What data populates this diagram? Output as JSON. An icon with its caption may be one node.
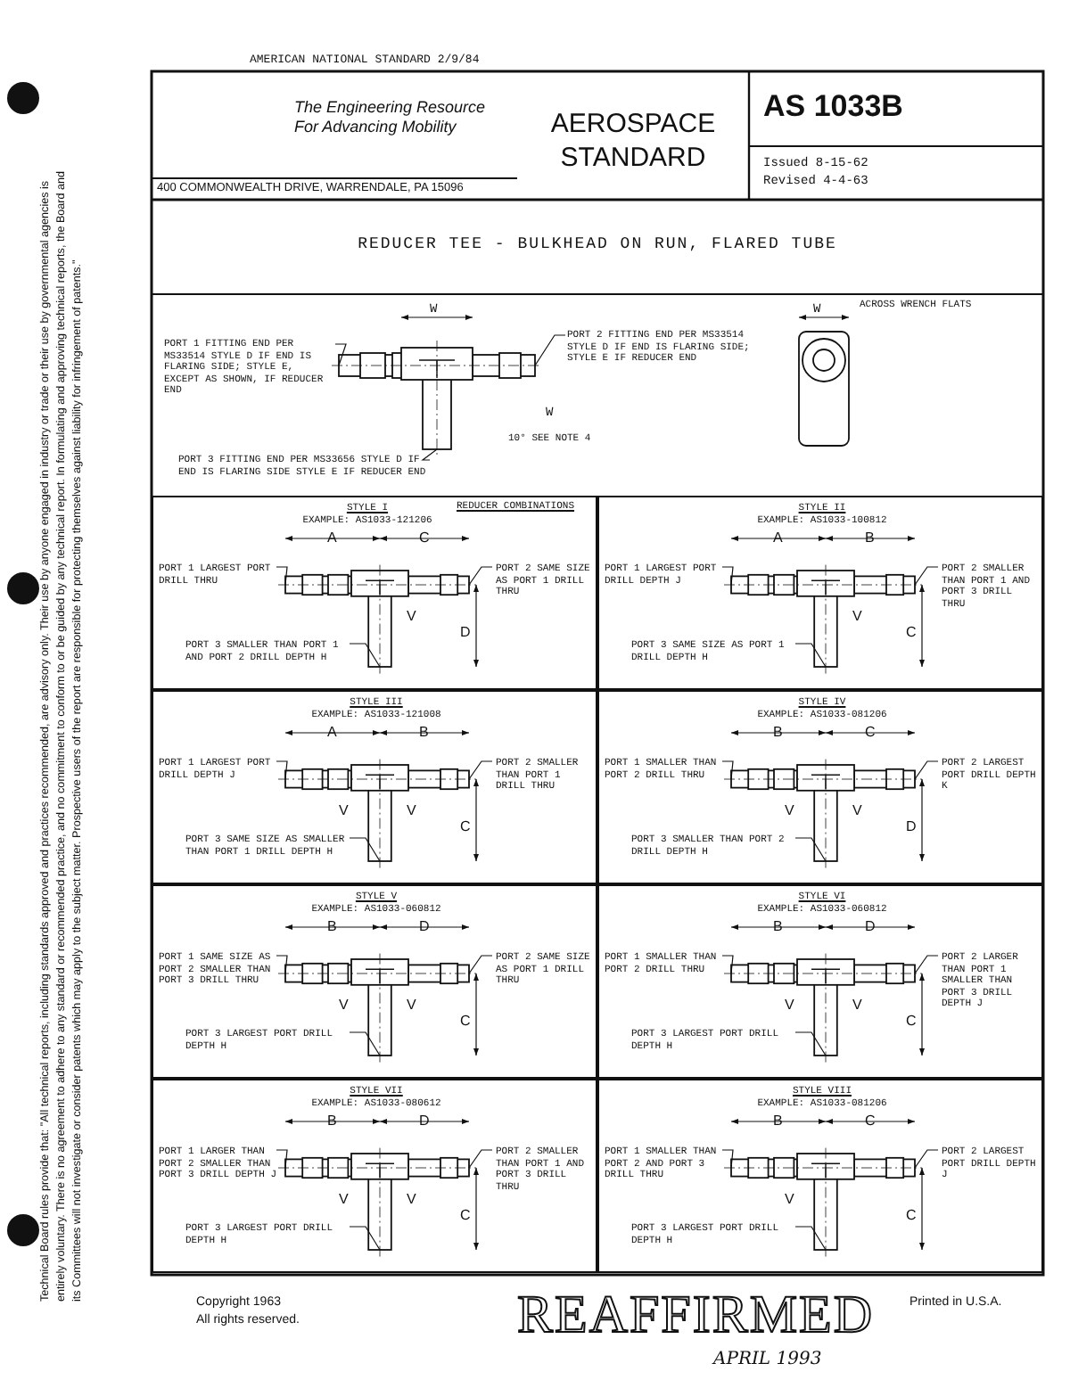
{
  "diagram": {
    "title": "REDUCER TEE - BULKHEAD ON RUN, FLARED TUBE",
    "nodes": [
      {
        "text": [
          "PORT 1 FITTING END PER MS33514 STYLE D IF END IS FLARING SIDE; STYLE E, EXCEPT AS SHOWN, IF REDUCER END"
        ]
      },
      {
        "text": [
          "PORT 2 FITTING END PER MS33514 STYLE D IF END IS FLARING SIDE; STYLE E IF REDUCER END"
        ]
      },
      {
        "text": [
          "PORT 3 FITTING END PER MS33656 STYLE D IF END IS FLARING SIDE STYLE E IF REDUCER END"
        ]
      },
      {
        "text": [],
        "shape": "picture"
      },
      {
        "text": [
          "STYLE I",
          "EXAMPLE: AS1033-121206"
        ]
      },
      {
        "text": [
          "PORT 1 LARGEST PORT DRILL THRU"
        ],
        "in": 4
      },
      {
        "text": [
          "PORT 2 SAME SIZE AS PORT 1 DRILL THRU"
        ],
        "in": 4
      },
      {
        "text": [
          "PORT 3 SMALLER THAN PORT 1 AND PORT 2 DRILL DEPTH H"
        ],
        "in": 4
      },
      {
        "text": [],
        "shape": "picture",
        "in": 4
      },
      {
        "text": [
          "STYLE II",
          "EXAMPLE: AS1033-100812"
        ]
      },
      {
        "text": [
          "PORT 1 LARGEST PORT DRILL DEPTH J"
        ],
        "in": 9
      },
      {
        "text": [
          "PORT 2 SMALLER THAN PORT 1 AND PORT 3 DRILL THRU"
        ],
        "in": 9
      },
      {
        "text": [
          "PORT 3 SAME SIZE AS PORT 1 DRILL DEPTH H"
        ],
        "in": 9
      },
      {
        "text": [],
        "shape": "picture",
        "in": 9
      },
      {
        "text": [
          "STYLE III",
          "EXAMPLE: AS1033-121008"
        ]
      },
      {
        "text": [
          "PORT 1 LARGEST PORT DRILL DEPTH J"
        ],
        "in": 14
      },
      {
        "text": [
          "PORT 2 SMALLER THAN PORT 1 DRILL THRU"
        ],
        "in": 14
      },
      {
        "text": [
          "PORT 3 SAME SIZE AS SMALLER THAN PORT 1 DRILL DEPTH H"
        ],
        "in": 14
      },
      {
        "text": [],
        "shape": "picture",
        "in": 14
      },
      {
        "text": [
          "STYLE IV",
          "EXAMPLE: AS1033-081206"
        ]
      },
      {
        "text": [
          "PORT 1 SMALLER THAN PORT 2 DRILL THRU"
        ],
        "in": 19
      },
      {
        "text": [
          "PORT 2 LARGEST PORT DRILL DEPTH K"
        ],
        "in": 19
      },
      {
        "text": [
          "PORT 3 SMALLER THAN PORT 2 DRILL DEPTH H"
        ],
        "in": 19
      },
      {
        "text": [],
        "shape": "picture",
        "in": 19
      },
      {
        "text": [
          "STYLE V",
          "EXAMPLE: AS1033-060812"
        ]
      },
      {
        "text": [
          "PORT 1 SAME SIZE AS PORT 2 SMALLER THAN PORT 3 DRILL THRU"
        ],
        "in": 24
      },
      {
        "text": [
          "PORT 2 SAME SIZE AS PORT 1 DRILL THRU"
        ],
        "in": 24
      },
      {
        "text": [
          "PORT 3 LARGEST PORT DRILL DEPTH H"
        ],
        "in": 24
      },
      {
        "text": [],
        "shape": "picture",
        "in": 24
      },
      {
        "text": [
          "STYLE VI",
          "EXAMPLE: AS1033-060812"
        ]
      },
      {
        "text": [
          "PORT 1 SMALLER THAN PORT 2 DRILL THRU"
        ],
        "in": 29
      },
      {
        "text": [
          "PORT 2 LARGER THAN PORT 1 SMALLER THAN PORT 3 DRILL DEPTH J"
        ],
        "in": 29
      },
      {
        "text": [
          "PORT 3 LARGEST PORT DRILL DEPTH H"
        ],
        "in": 29
      },
      {
        "text": [],
        "shape": "picture",
        "in": 29
      },
      {
        "text": [
          "STYLE VII",
          "EXAMPLE: AS1033-080612"
        ]
      },
      {
        "text": [
          "PORT 1 LARGER THAN PORT 2 SMALLER THAN PORT 3 DRILL DEPTH J"
        ],
        "in": 34
      },
      {
        "text": [
          "PORT 2 SMALLER THAN PORT 1 AND PORT 3 DRILL THRU"
        ],
        "in": 34
      },
      {
        "text": [
          "PORT 3 LARGEST PORT DRILL DEPTH H"
        ],
        "in": 34
      },
      {
        "text": [],
        "shape": "picture",
        "in": 34
      },
      {
        "text": [
          "STYLE VIII",
          "EXAMPLE: AS1033-081206"
        ]
      },
      {
        "text": [
          "PORT 1 SMALLER THAN PORT 2 AND PORT 3 DRILL THRU"
        ],
        "in": 39
      },
      {
        "text": [
          "PORT 2 LARGEST PORT DRILL DEPTH J"
        ],
        "in": 39
      },
      {
        "text": [
          "PORT 3 LARGEST PORT DRILL DEPTH H"
        ],
        "in": 39
      },
      {
        "text": [],
        "shape": "picture",
        "in": 39
      }
    ],
    "edges": [
      {
        "from": 0,
        "to": 3,
        "arrow": "none"
      },
      {
        "from": 1,
        "to": 3,
        "arrow": "none"
      },
      {
        "from": 2,
        "to": 3,
        "arrow": "none"
      },
      {
        "from": 5,
        "to": 8,
        "arrow": "none"
      },
      {
        "from": 6,
        "to": 8,
        "arrow": "none"
      },
      {
        "from": 7,
        "to": 8,
        "arrow": "none"
      },
      {
        "from": 10,
        "to": 13,
        "arrow": "none"
      },
      {
        "from": 11,
        "to": 13,
        "arrow": "none"
      },
      {
        "from": 12,
        "to": 13,
        "arrow": "none"
      },
      {
        "from": 15,
        "to": 18,
        "arrow": "none"
      },
      {
        "from": 16,
        "to": 18,
        "arrow": "none"
      },
      {
        "from": 17,
        "to": 18,
        "arrow": "none"
      },
      {
        "from": 20,
        "to": 23,
        "arrow": "none"
      },
      {
        "from": 21,
        "to": 23,
        "arrow": "none"
      },
      {
        "from": 22,
        "to": 23,
        "arrow": "none"
      },
      {
        "from": 25,
        "to": 28,
        "arrow": "none"
      },
      {
        "from": 26,
        "to": 28,
        "arrow": "none"
      },
      {
        "from": 27,
        "to": 28,
        "arrow": "none"
      },
      {
        "from": 30,
        "to": 33,
        "arrow": "none"
      },
      {
        "from": 31,
        "to": 33,
        "arrow": "none"
      },
      {
        "from": 32,
        "to": 33,
        "arrow": "none"
      },
      {
        "from": 35,
        "to": 38,
        "arrow": "none"
      },
      {
        "from": 36,
        "to": 38,
        "arrow": "none"
      },
      {
        "from": 37,
        "to": 38,
        "arrow": "none"
      },
      {
        "from": 40,
        "to": 43,
        "arrow": "none"
      },
      {
        "from": 41,
        "to": 43,
        "arrow": "none"
      },
      {
        "from": 42,
        "to": 43,
        "arrow": "none"
      }
    ],
    "labels": [
      "AMERICAN NATIONAL STANDARD 2/9/84",
      "The Engineering Resource For Advancing Mobility",
      "AEROSPACE STANDARD",
      "AS 1033B",
      "Issued 8-15-62",
      "Revised 4-4-63",
      "400 COMMONWEALTH DRIVE, WARRENDALE, PA 15096",
      "Technical Board rules provide that: \"All technical reports, including standards approved and practices recommended, are advisory only. Their use by anyone engaged in industry or trade or their use by governmental agencies is entirely voluntary. There is no agreement to adhere to any standard or recommended practice, and no commitment to conform to or be guided by any technical report. In formulating and approving technical reports, the Board and its Committees will not investigate or consider patents which may apply to the subject matter. Prospective users of the report are responsible for protecting themselves against liability for infringement of patents.\"",
      "W",
      "W",
      "ACROSS WRENCH FLATS",
      "W",
      "10° SEE NOTE 4",
      "REDUCER COMBINATIONS",
      "A",
      "C",
      "D",
      "V",
      "A",
      "B",
      "C",
      "V",
      "A",
      "B",
      "C",
      "V",
      "V",
      "B",
      "C",
      "D",
      "V",
      "V",
      "B",
      "D",
      "C",
      "V",
      "V",
      "B",
      "D",
      "C",
      "V",
      "V",
      "B",
      "D",
      "C",
      "V",
      "V",
      "B",
      "C",
      "C",
      "V",
      "Copyright 1963",
      "All rights reserved.",
      "REAFFIRMED",
      "Printed in U.S.A.",
      "APRIL 1993"
    ]
  }
}
